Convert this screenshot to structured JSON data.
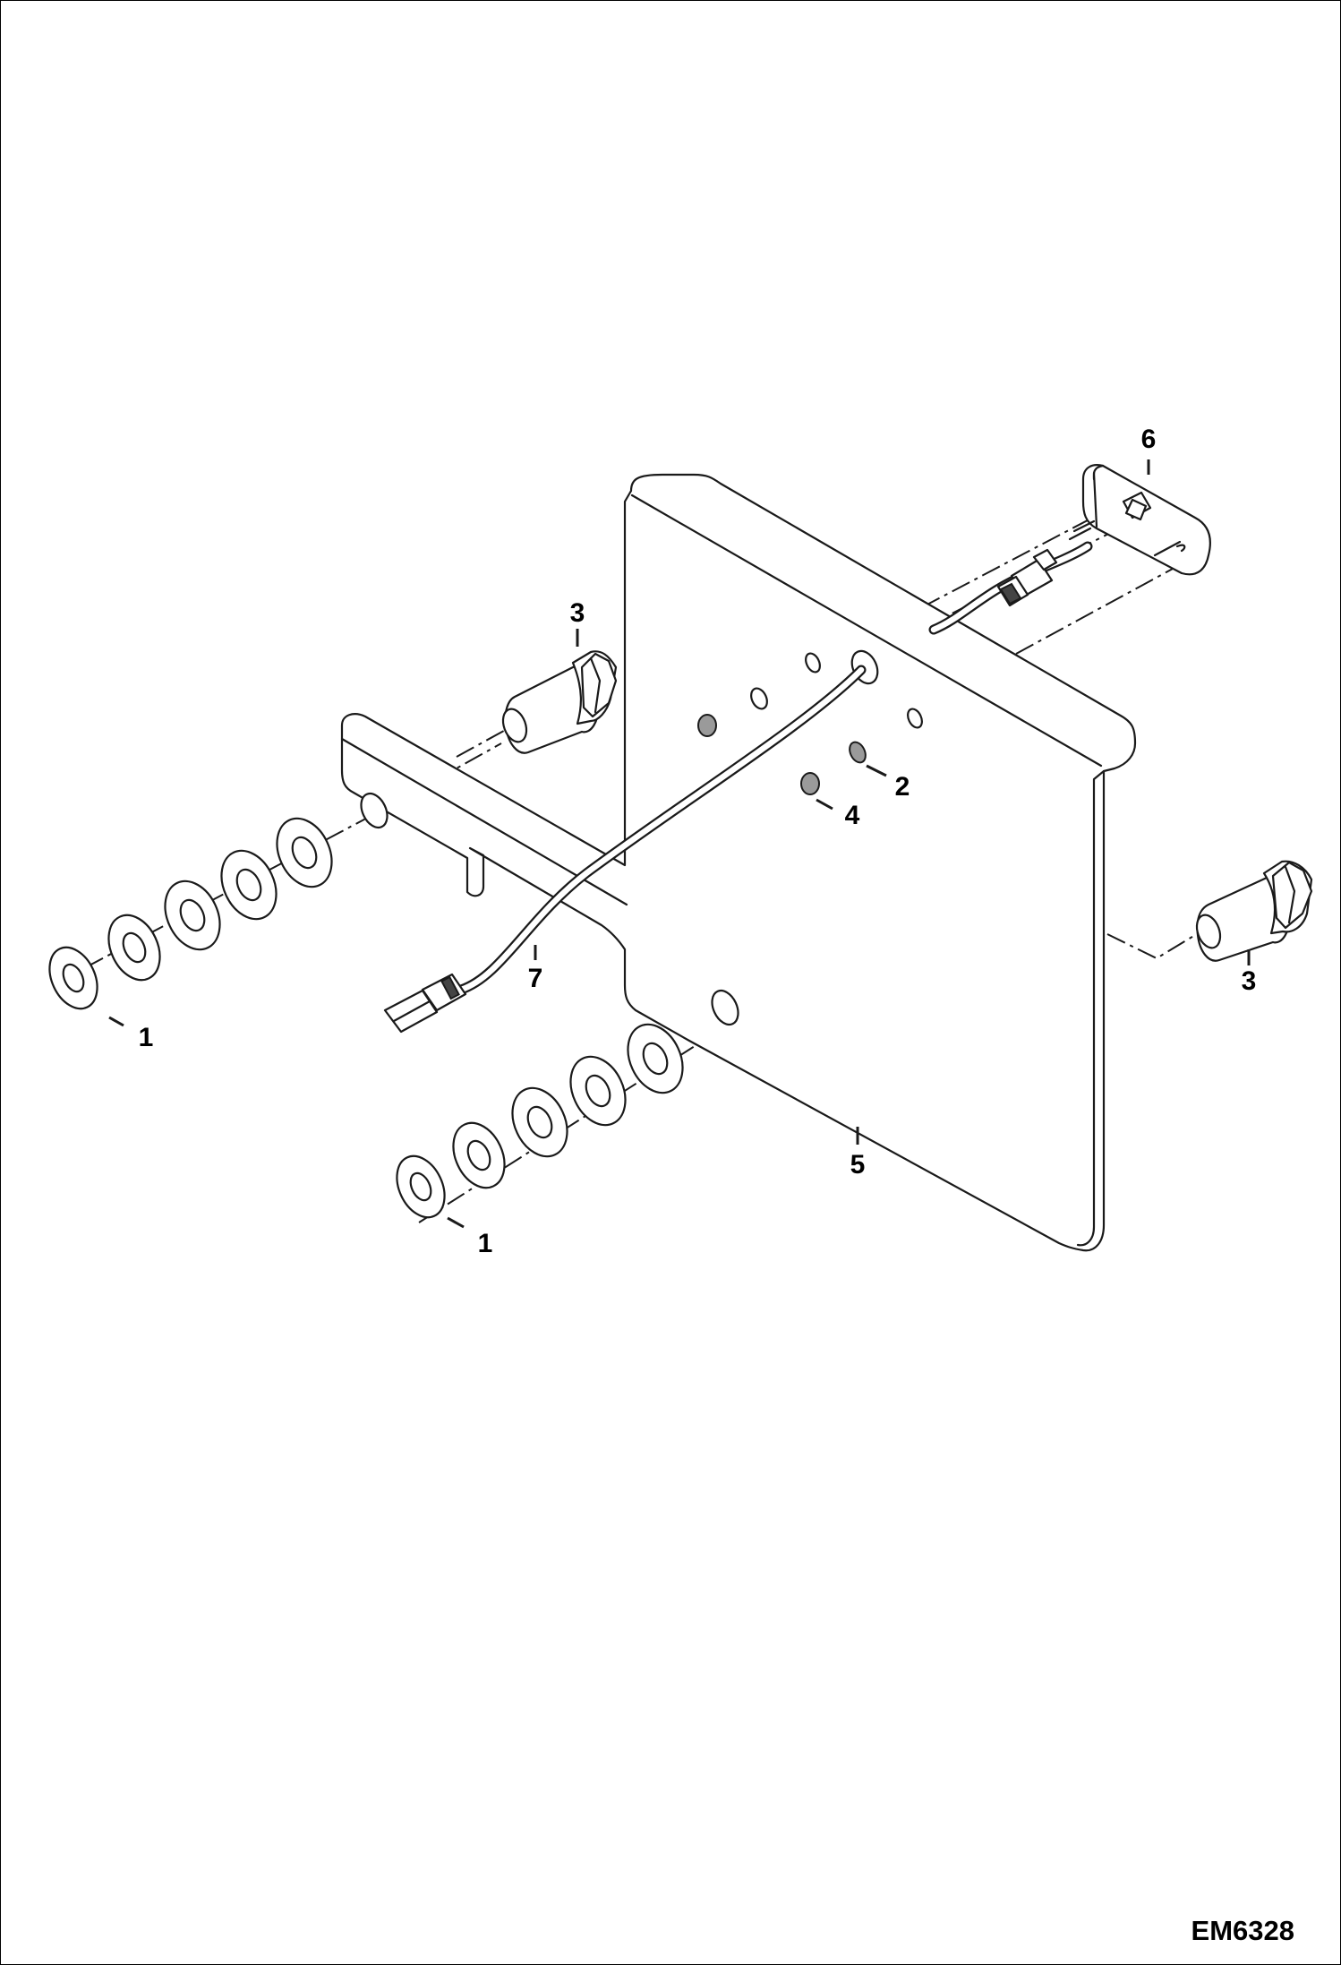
{
  "diagram": {
    "figure_id": "EM6328",
    "callouts": {
      "washers_left": "1",
      "washers_bottom": "1",
      "lock_washer": "2",
      "bolt_left": "3",
      "bolt_right": "3",
      "nut": "4",
      "bracket": "5",
      "lamp": "6",
      "harness": "7"
    }
  }
}
